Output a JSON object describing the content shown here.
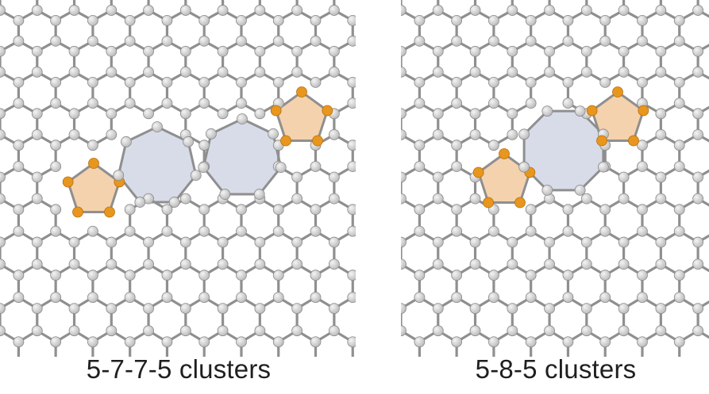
{
  "captions": {
    "left": "5-7-7-5 clusters",
    "right": "5-8-5 clusters"
  },
  "colors": {
    "carbon_atom": "#b9b9b9",
    "bond": "#8f8f8f",
    "defect_atom": "#e8961e",
    "pentagon_fill": "#f4d2ad",
    "large_ring_fill": "#d8dce9",
    "background": "#ffffff"
  },
  "panels": [
    {
      "id": "left",
      "defect": "5-7-7-5",
      "rings": [
        "pentagon",
        "heptagon",
        "heptagon",
        "pentagon"
      ]
    },
    {
      "id": "right",
      "defect": "5-8-5",
      "rings": [
        "pentagon",
        "octagon",
        "pentagon"
      ]
    }
  ]
}
